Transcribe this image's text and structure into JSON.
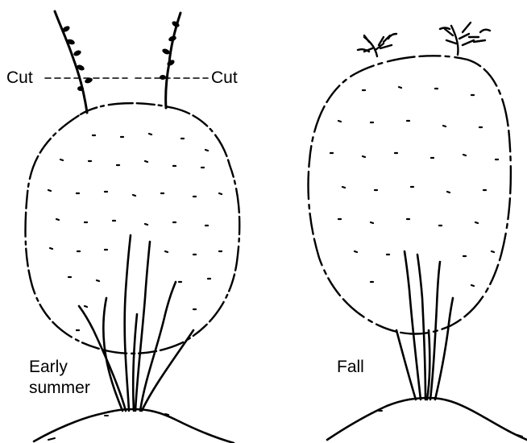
{
  "labels": {
    "cut_left": "Cut",
    "cut_right": "Cut",
    "early_summer_line1": "Early",
    "early_summer_line2": "summer",
    "fall": "Fall"
  },
  "colors": {
    "ink": "#000000",
    "background": "#ffffff"
  }
}
